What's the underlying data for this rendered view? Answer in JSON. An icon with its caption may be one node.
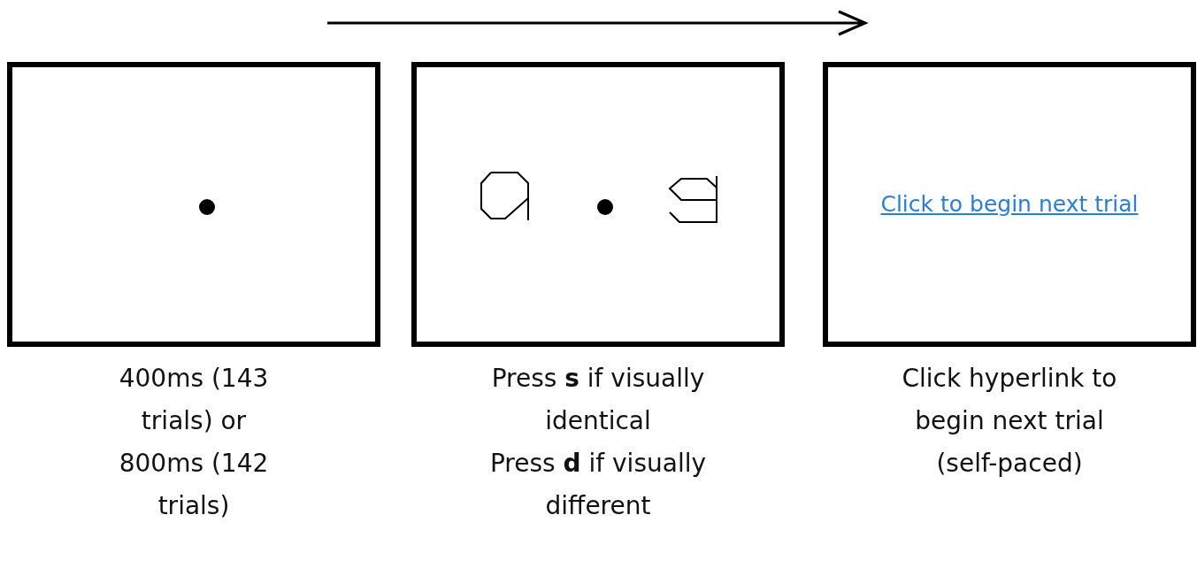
{
  "diagram": {
    "nodes": [
      {
        "text": [],
        "shape": "box",
        "beside": [
          "400ms (143 trials) or 800ms (142 trials)"
        ]
      },
      {
        "text": [],
        "shape": "box",
        "beside": [
          "Press **s** if visually identical",
          "Press **d** if visually different"
        ]
      },
      {
        "text": [
          "Click to begin next trial"
        ],
        "beside": [
          "Click hyperlink to begin next trial (self-paced)"
        ]
      }
    ]
  }
}
